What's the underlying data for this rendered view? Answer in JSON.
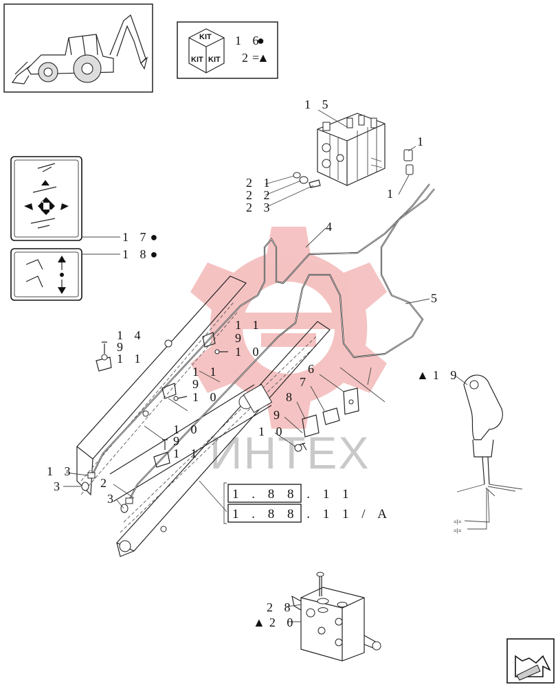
{
  "kit_box": {
    "kit_words": [
      "KIT",
      "KIT",
      "KIT"
    ],
    "line1": "1 6",
    "line1_symbol": "●",
    "line2": "2=",
    "line2_symbol": "▲"
  },
  "callouts": {
    "c15": "1 5",
    "c1a": "1",
    "c1b": "1",
    "c21": "2 1",
    "c22": "2 2",
    "c23": "2 3",
    "c4": "4",
    "c5": "5",
    "c17": "1 7●",
    "c18": "1 8●",
    "c14": "1 4",
    "c9a": "9",
    "c11a": "1 1",
    "c11b": "1 1",
    "c9b": "9",
    "c10a": "1 0",
    "c11c": "1 1",
    "c9c": "9",
    "c10b": "1 0",
    "c10c": "1 0",
    "c9d": "9",
    "c11d": "1 1",
    "c13": "1 3",
    "c3a": "3",
    "c2": "2",
    "c3b": "3",
    "c6": "6",
    "c7": "7",
    "c8": "8",
    "c9e": "9",
    "c10d": "1 0",
    "c19": "▲1 9",
    "c28": "2 8",
    "c20": "▲2 0"
  },
  "references": [
    "1 . 8 8 . 1 1",
    "1 . 8 8 . 1 1 / A"
  ],
  "watermark": "ИНТЕХ",
  "colors": {
    "watermark_red": "#e24a4a",
    "line": "#222222"
  }
}
